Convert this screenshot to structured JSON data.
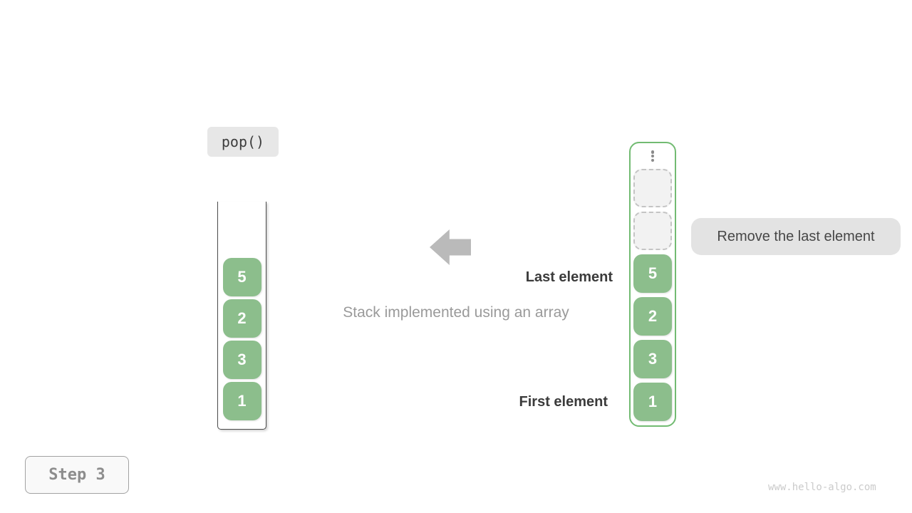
{
  "diagram": {
    "operation_badge": "pop()",
    "step_badge": "Step 3",
    "caption": "Stack implemented using an array",
    "action_note": "Remove the last element",
    "labels": {
      "last": "Last element",
      "first": "First element"
    },
    "watermark": "www.hello-algo.com",
    "stack_view": {
      "items": [
        "5",
        "2",
        "3",
        "1"
      ]
    },
    "array_view": {
      "ellipsis_icon": "vertical-dots",
      "empty_slot_count": 2,
      "items": [
        "5",
        "2",
        "3",
        "1"
      ]
    },
    "colors": {
      "element_green": "#8cbe8c",
      "array_border_green": "#72bb72",
      "arrow_gray": "#bababa",
      "badge_bg": "#e7e7e7",
      "note_bg": "#e3e3e3",
      "empty_slot_bg": "#f2f2f2",
      "empty_slot_border": "#c4c4c4",
      "label_dark": "#3b3b3b",
      "caption_gray": "#9a9a9a",
      "step_text_gray": "#8d8d8d",
      "watermark_gray": "#cbcbcb"
    }
  }
}
